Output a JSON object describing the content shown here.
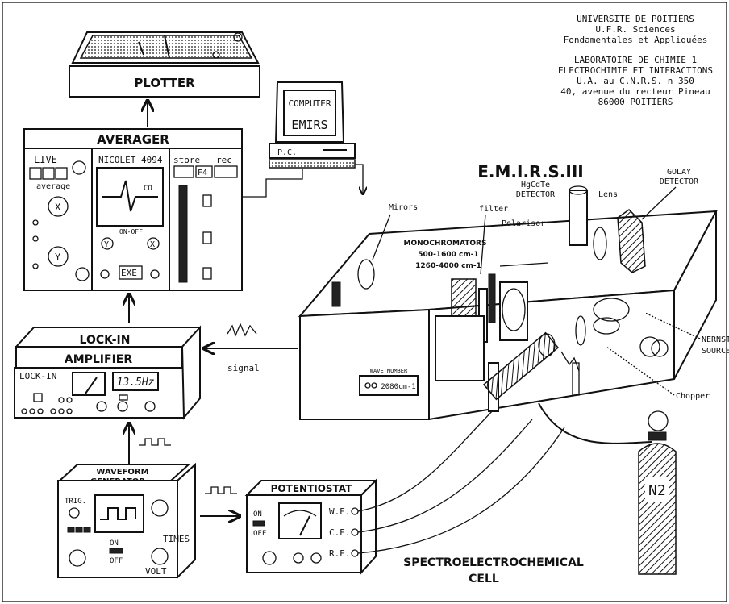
{
  "header": {
    "lines": [
      "UNIVERSITE DE POITIERS",
      "U.F.R. Sciences",
      "Fondamentales et Appliquées",
      "",
      "LABORATOIRE DE CHIMIE 1",
      "ELECTROCHIMIE ET INTERACTIONS",
      "U.A. au C.N.R.S. n 350",
      "40, avenue du recteur Pineau",
      "86000 POITIERS"
    ]
  },
  "title": "E.M.I.R.S.III",
  "plotter": {
    "label": "PLOTTER"
  },
  "averager": {
    "label": "AVERAGER",
    "live": "LIVE",
    "average": "average",
    "model": "NICOLET 4094",
    "store": "store",
    "rec": "rec",
    "f4": "F4",
    "exe": "EXE",
    "onoff": "ON-OFF"
  },
  "computer": {
    "label": "COMPUTER",
    "name": "EMIRS",
    "pc": "P.C."
  },
  "lockin": {
    "label_line1": "LOCK-IN",
    "label_line2": "AMPLIFIER",
    "panel": "LOCK-IN",
    "freq": "13.5Hz"
  },
  "signal": "signal",
  "waveform": {
    "label_line1": "WAVEFORM",
    "label_line2": "GENERATOR",
    "trig": "TRIG.",
    "on": "ON",
    "off": "OFF",
    "times": "TIMES",
    "volt": "VOLT"
  },
  "potentiostat": {
    "label": "POTENTIOSTAT",
    "on": "ON",
    "off": "OFF",
    "we": "W.E.",
    "ce": "C.E.",
    "re": "R.E."
  },
  "spectrometer": {
    "mirors": "Mirors",
    "filter": "filter",
    "polarisor": "Polarisor",
    "hgcdte_1": "HgCdTe",
    "hgcdte_2": "DETECTOR",
    "lens": "Lens",
    "golay_1": "GOLAY",
    "golay_2": "DETECTOR",
    "mono_1": "MONOCHROMATORS",
    "mono_2": "500-1600 cm-1",
    "mono_3": "1260-4000 cm-1",
    "wavenumber": "WAVE NUMBER",
    "wn_value": "2080cm-1",
    "nernst_1": "NERNST",
    "nernst_2": "SOURCE",
    "chopper": "Chopper"
  },
  "gas": "N2",
  "cell": {
    "line1": "SPECTROELECTROCHEMICAL",
    "line2": "CELL"
  }
}
